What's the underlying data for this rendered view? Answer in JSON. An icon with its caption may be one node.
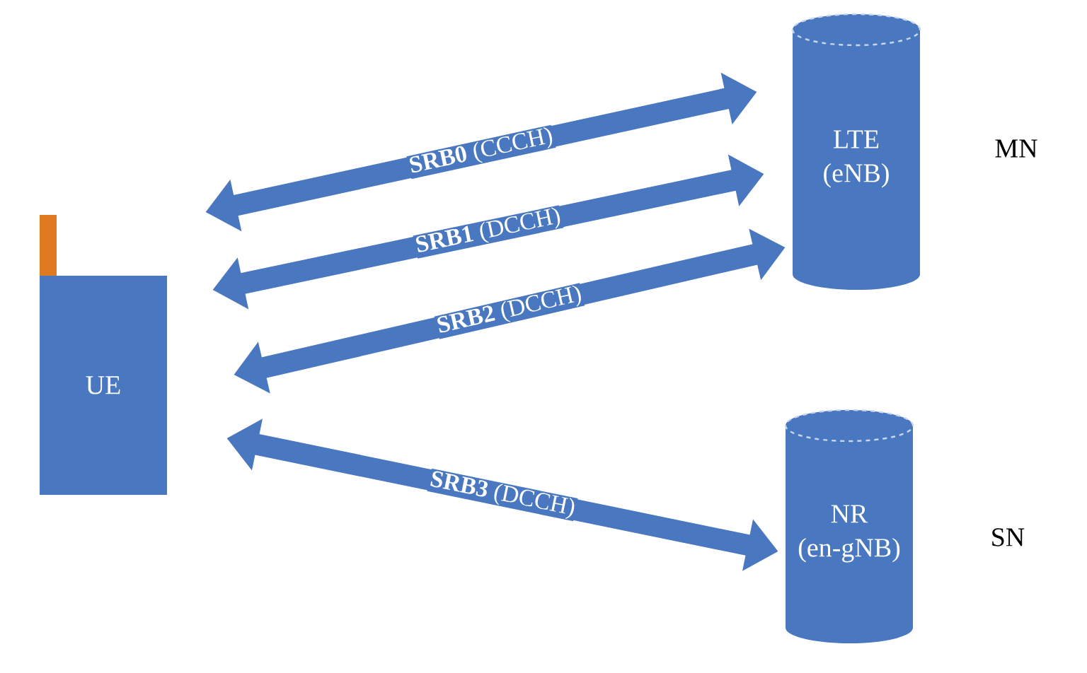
{
  "diagram": {
    "nodes": [
      {
        "text": [
          "UE"
        ]
      },
      {
        "text": [
          "LTE (eNB)"
        ],
        "beside": [
          "MN"
        ]
      },
      {
        "text": [
          "NR (en-gNB)"
        ],
        "beside": [
          "SN"
        ]
      }
    ],
    "edges": [
      {
        "from": 0,
        "to": 1,
        "arrow": "both",
        "label": "**SRB0** (CCCH)"
      },
      {
        "from": 0,
        "to": 1,
        "arrow": "both",
        "label": "**SRB1** (DCCH)"
      },
      {
        "from": 0,
        "to": 1,
        "arrow": "both",
        "label": "**SRB2** (DCCH)"
      },
      {
        "from": 0,
        "to": 2,
        "arrow": "both",
        "label": "**SRB3** (DCCH)"
      }
    ]
  }
}
